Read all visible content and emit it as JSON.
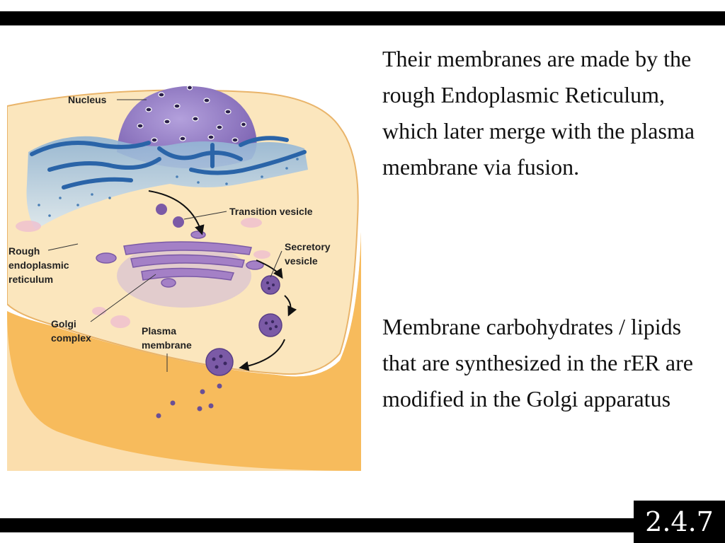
{
  "slide": {
    "number": "2.4.7"
  },
  "text": {
    "paragraph_1": "Their membranes are made by the rough Endoplasmic Reticulum, which later merge with the plasma membrane via fusion.",
    "paragraph_2": "Membrane carbohydrates / lipids that are synthesized in the rER are modified in the Golgi apparatus"
  },
  "diagram": {
    "labels": {
      "nucleus": "Nucleus",
      "transition_vesicle": "Transition vesicle",
      "secretory_vesicle_1": "Secretory",
      "secretory_vesicle_2": "vesicle",
      "rough_er_1": "Rough",
      "rough_er_2": "endoplasmic",
      "rough_er_3": "reticulum",
      "golgi_1": "Golgi",
      "golgi_2": "complex",
      "plasma_membrane_1": "Plasma",
      "plasma_membrane_2": "membrane"
    },
    "colors": {
      "cell_interior": "#fbe6bd",
      "cell_side": "#f6b24c",
      "nucleus": "#8f78c2",
      "rough_er": "#2a64a8",
      "golgi": "#a480c6",
      "vesicle": "#7b5aa6"
    }
  }
}
